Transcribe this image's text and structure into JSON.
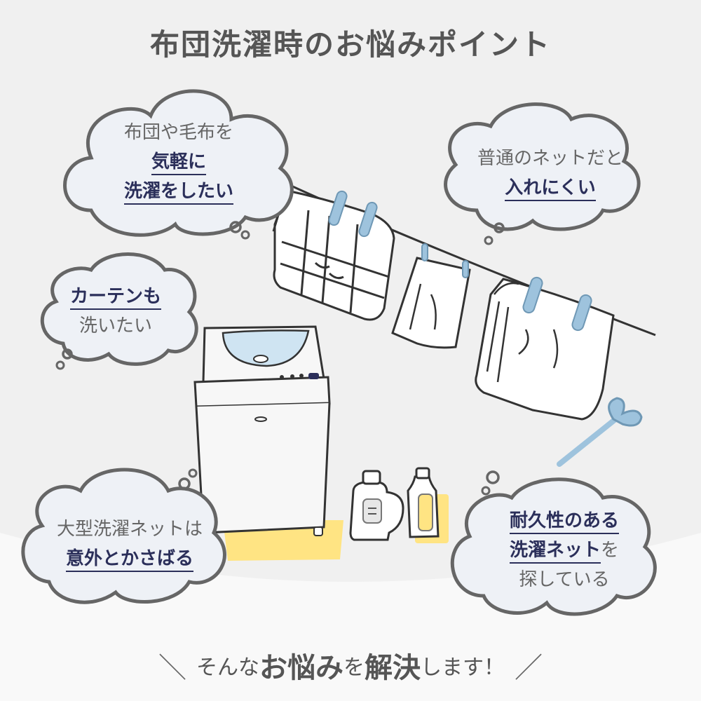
{
  "title": "布団洗濯時のお悩みポイント",
  "bubbles": {
    "b1": {
      "line1": "布団や毛布を",
      "line2": "気軽に",
      "line3": "洗濯をしたい"
    },
    "b2": {
      "line1": "普通のネットだと",
      "line2": "入れにくい"
    },
    "b3": {
      "line1": "カーテンも",
      "line2": "洗いたい"
    },
    "b4": {
      "line1": "大型洗濯ネットは",
      "line2": "意外とかさばる"
    },
    "b5": {
      "line1": "耐久性のある",
      "line2a": "洗濯ネット",
      "line2b": "を",
      "line3": "探している"
    }
  },
  "footer": {
    "slash_left": "＼",
    "p1": "そんな",
    "p2": "お悩み",
    "p3": "を",
    "p4": "解決",
    "p5": "します！",
    "slash_right": "／"
  },
  "colors": {
    "accent": "#2b2f5a",
    "water": "#cfe4f2",
    "clip": "#9ec3dd",
    "yellow": "#ffe483",
    "bubble": "#eef1f6"
  }
}
